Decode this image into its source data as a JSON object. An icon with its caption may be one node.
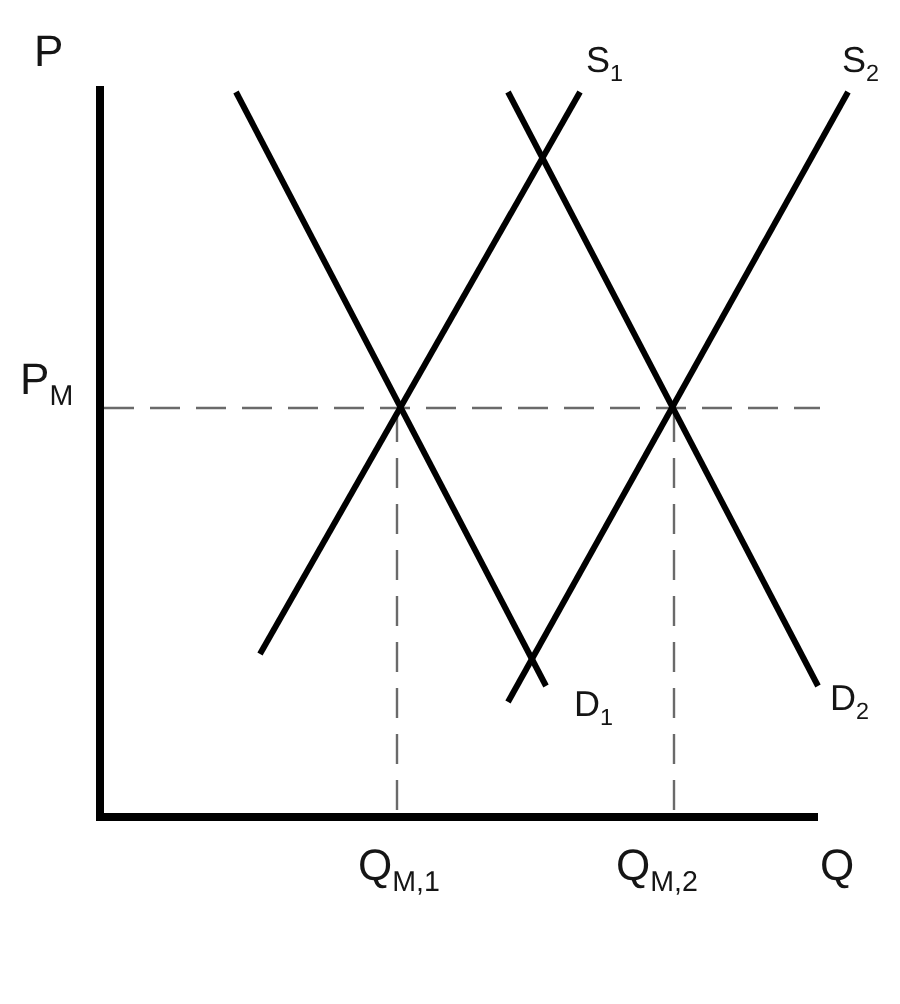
{
  "diagram": {
    "labels": [
      "P",
      "S$_{1}$",
      "S$_{2}$",
      "P$_{M}$",
      "D$_{1}$",
      "D$_{2}$",
      "Q$_{M,1}$",
      "Q$_{M,2}$",
      "Q"
    ]
  }
}
